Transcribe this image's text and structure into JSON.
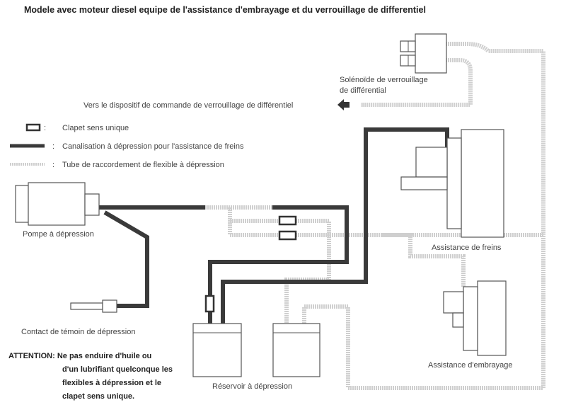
{
  "title": "Modele avec moteur diesel equipe de l'assistance d'embrayage et du verrouillage de differentiel",
  "legend": {
    "valve": "Clapet sens unique",
    "brake_line": "Canalisation à dépression pour l'assistance de freins",
    "hose": "Tube de raccordement de flexible à dépression"
  },
  "labels": {
    "solenoid_1": "Solénoïde de verrouillage",
    "solenoid_2": "de différential",
    "diff_control": "Vers le dispositif de commande de verrouillage de différentiel",
    "pump": "Pompe à dépression",
    "contact": "Contact de témoin de dépression",
    "reservoir": "Réservoir à dépression",
    "brake_assist": "Assistance de freins",
    "clutch_assist": "Assistance d'embrayage"
  },
  "warning": {
    "line1": "ATTENTION:  Ne pas enduire d'huile ou",
    "line2": "d'un lubrifiant quelconque les",
    "line3": "flexibles à dépression et le",
    "line4": "clapet sens unique."
  }
}
